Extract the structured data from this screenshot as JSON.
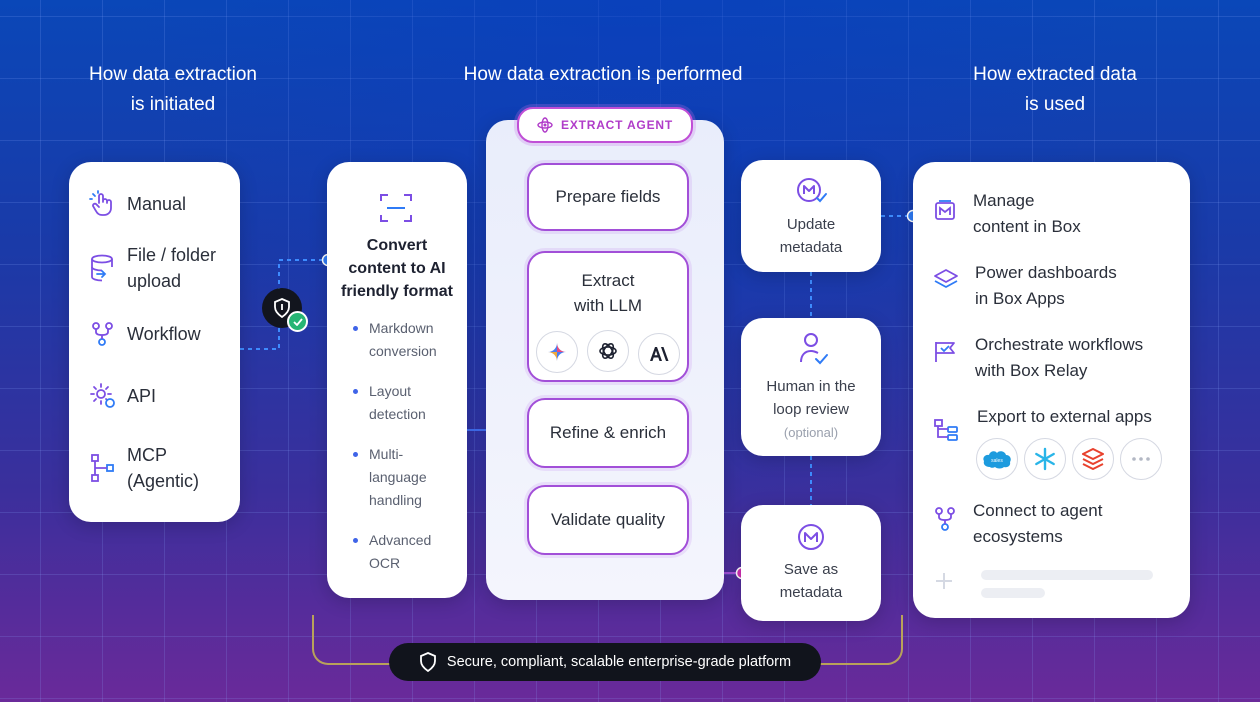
{
  "headings": {
    "initiated_line1": "How data extraction",
    "initiated_line2": "is initiated",
    "performed": "How data extraction is performed",
    "used_line1": "How extracted data",
    "used_line2": "is used"
  },
  "sources": [
    {
      "label": "Manual",
      "icon": "hand-pointer-icon"
    },
    {
      "label_line1": "File / folder",
      "label_line2": "upload",
      "icon": "database-upload-icon"
    },
    {
      "label": "Workflow",
      "icon": "workflow-branch-icon"
    },
    {
      "label": "API",
      "icon": "api-gear-icon"
    },
    {
      "label_line1": "MCP",
      "label_line2": "(Agentic)",
      "icon": "mcp-nodes-icon"
    }
  ],
  "convert": {
    "icon": "scan-icon",
    "title_line1": "Convert",
    "title_line2": "content to AI",
    "title_line3": "friendly format",
    "bullets": [
      {
        "line1": "Markdown",
        "line2": "conversion"
      },
      {
        "line1": "Layout",
        "line2": "detection"
      },
      {
        "line1": "Multi-",
        "line2": "language",
        "line3": "handling"
      },
      {
        "line1": "Advanced",
        "line2": "OCR"
      }
    ]
  },
  "extract_agent": {
    "badge": "EXTRACT AGENT",
    "steps": {
      "prepare": "Prepare fields",
      "llm_line1": "Extract",
      "llm_line2": "with LLM",
      "refine": "Refine & enrich",
      "validate": "Validate quality"
    },
    "llm_logos": [
      "gemini-icon",
      "openai-icon",
      "anthropic-icon"
    ]
  },
  "metadata_cards": {
    "update_line1": "Update",
    "update_line2": "metadata",
    "human_line1": "Human in the",
    "human_line2": "loop review",
    "human_optional": "(optional)",
    "save_line1": "Save as",
    "save_line2": "metadata"
  },
  "uses": [
    {
      "line1": "Manage",
      "line2": "content in Box",
      "icon": "box-metadata-icon"
    },
    {
      "line1": "Power dashboards",
      "line2": "in Box Apps",
      "icon": "layers-icon"
    },
    {
      "line1": "Orchestrate workflows",
      "line2": "with Box Relay",
      "icon": "relay-flag-icon"
    },
    {
      "line1": "Export to external apps",
      "icon": "export-tree-icon"
    },
    {
      "line1": "Connect to agent",
      "line2": "ecosystems",
      "icon": "agent-branch-icon"
    }
  ],
  "export_apps": [
    "salesforce-icon",
    "snowflake-icon",
    "databricks-icon",
    "more-icon"
  ],
  "footer": "Secure, compliant, scalable enterprise-grade platform",
  "colors": {
    "accent_blue": "#2f7bf6",
    "accent_magenta": "#d12fb4",
    "step_border": "#a24fd8",
    "icon_purple": "#7c4ee4",
    "footer_bg": "#11141c"
  }
}
